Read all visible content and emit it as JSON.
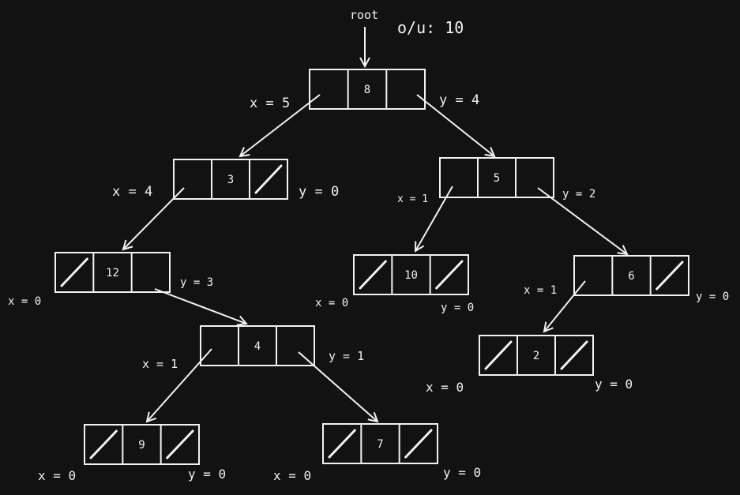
{
  "root_label": "root",
  "counter": {
    "label": "o/u: 10"
  },
  "nodes": [
    {
      "id": "n8",
      "value": "8",
      "x_label": "x = 5",
      "y_label": "y = 4",
      "left_null": false,
      "right_null": false
    },
    {
      "id": "n3",
      "value": "3",
      "x_label": "x = 4",
      "y_label": "y = 0",
      "left_null": false,
      "right_null": true
    },
    {
      "id": "n5",
      "value": "5",
      "x_label": "x = 1",
      "y_label": "y = 2",
      "left_null": false,
      "right_null": false
    },
    {
      "id": "n12",
      "value": "12",
      "x_label": "x = 0",
      "y_label": "y = 3",
      "left_null": true,
      "right_null": false
    },
    {
      "id": "n10",
      "value": "10",
      "x_label": "x = 0",
      "y_label": "y = 0",
      "left_null": true,
      "right_null": true
    },
    {
      "id": "n6",
      "value": "6",
      "x_label": "x = 1",
      "y_label": "y = 0",
      "left_null": false,
      "right_null": true
    },
    {
      "id": "n4",
      "value": "4",
      "x_label": "x = 1",
      "y_label": "y = 1",
      "left_null": false,
      "right_null": false
    },
    {
      "id": "n2",
      "value": "2",
      "x_label": "x = 0",
      "y_label": "y = 0",
      "left_null": true,
      "right_null": true
    },
    {
      "id": "n9",
      "value": "9",
      "x_label": "x = 0",
      "y_label": "y = 0",
      "left_null": true,
      "right_null": true
    },
    {
      "id": "n7",
      "value": "7",
      "x_label": "x = 0",
      "y_label": "y = 0",
      "left_null": true,
      "right_null": true
    }
  ],
  "edges": [
    {
      "from": "n8",
      "to": "n3",
      "side": "left"
    },
    {
      "from": "n8",
      "to": "n5",
      "side": "right"
    },
    {
      "from": "n3",
      "to": "n12",
      "side": "left"
    },
    {
      "from": "n5",
      "to": "n10",
      "side": "left"
    },
    {
      "from": "n5",
      "to": "n6",
      "side": "right"
    },
    {
      "from": "n12",
      "to": "n4",
      "side": "right"
    },
    {
      "from": "n6",
      "to": "n2",
      "side": "left"
    },
    {
      "from": "n4",
      "to": "n9",
      "side": "left"
    },
    {
      "from": "n4",
      "to": "n7",
      "side": "right"
    }
  ],
  "colors": {
    "background": "#121212",
    "stroke": "#f2f2f2"
  }
}
